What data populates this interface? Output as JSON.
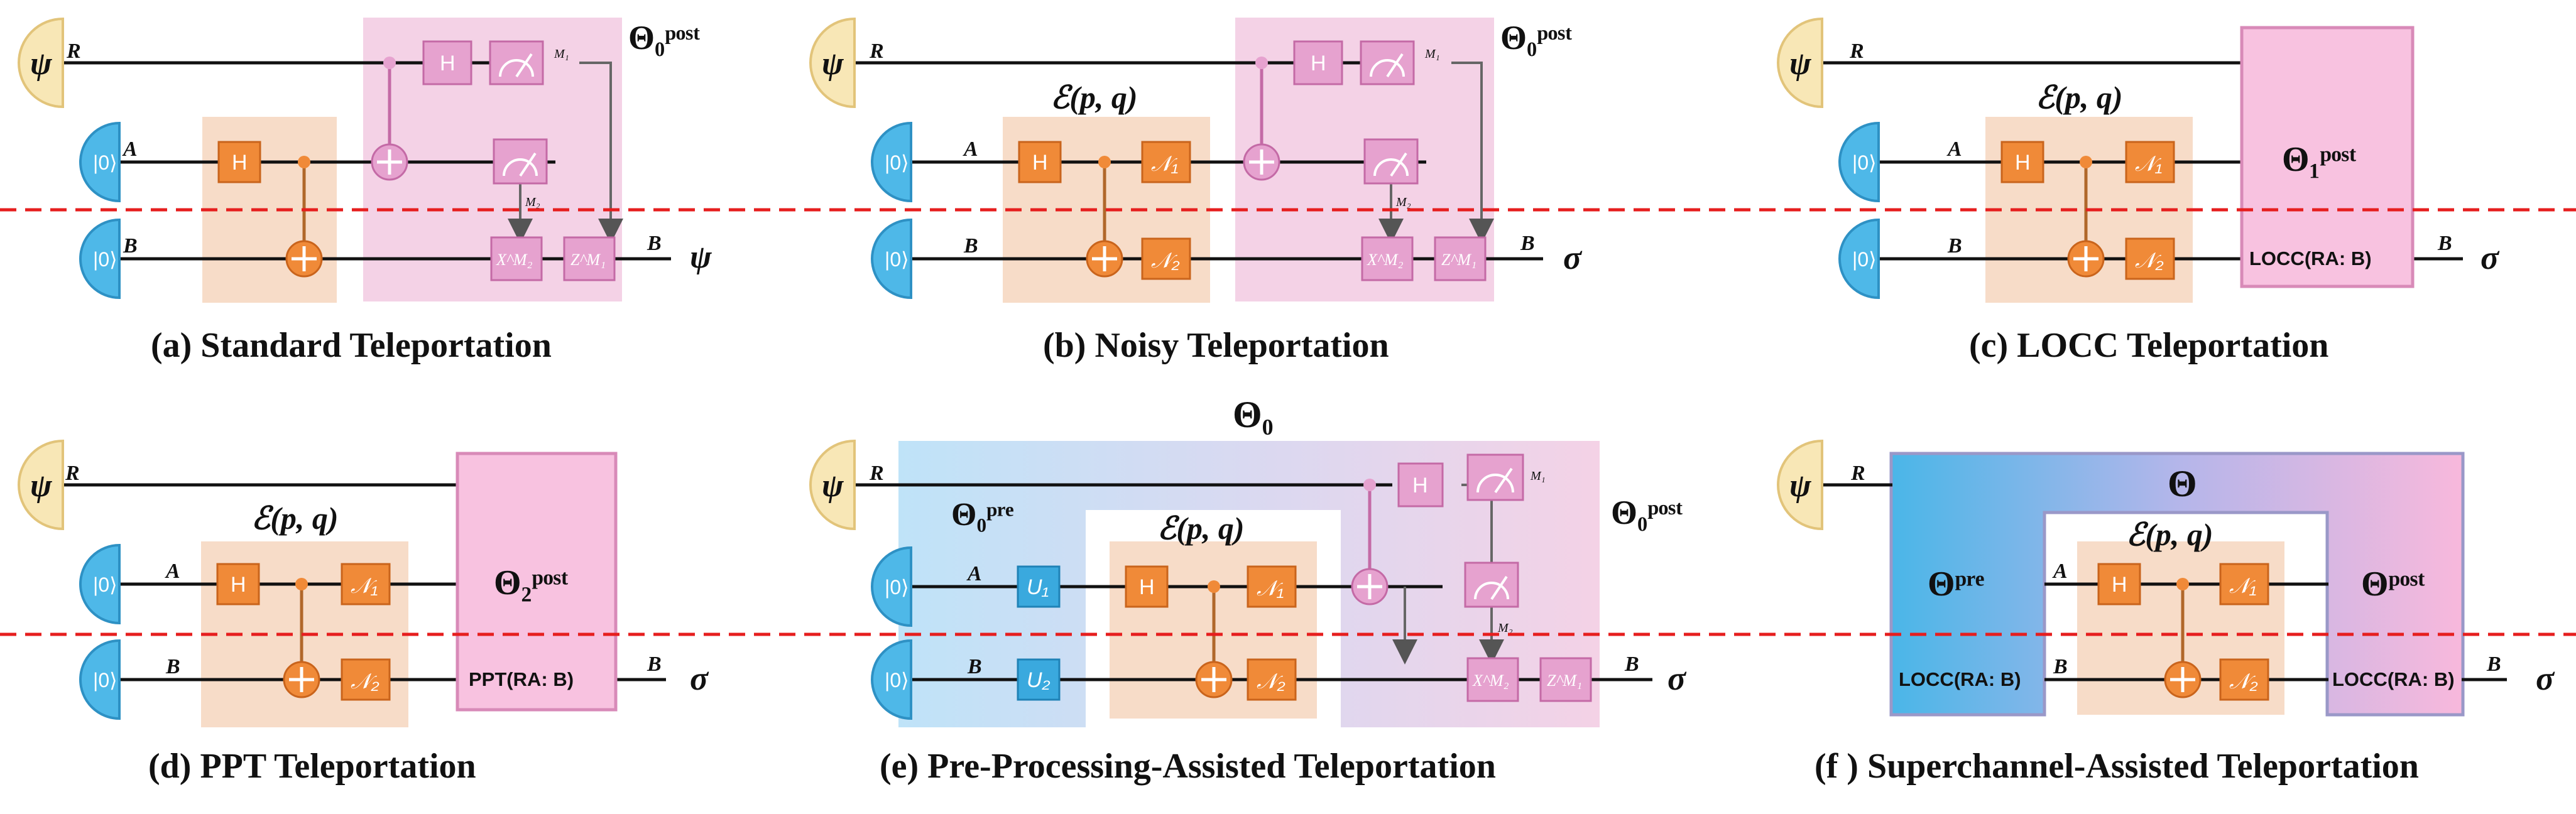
{
  "colors": {
    "wire": "#111111",
    "orange_box": "#f7dcc8",
    "orange_gate": "#f08a38",
    "pink_box": "#f4d2e6",
    "pink_gate": "#e6a2cf",
    "blue_gate": "#3aa9de",
    "cut_line": "#e61e1e",
    "psi_fill": "#f8e7b6",
    "ket_fill": "#4eb8e8"
  },
  "labels": {
    "psi": "ψ",
    "ket0": "|0⟩",
    "wire_R": "R",
    "wire_A": "A",
    "wire_B": "B",
    "H": "H",
    "N1": "𝒩₁",
    "N2": "𝒩₂",
    "U1": "U₁",
    "U2": "U₂",
    "M1": "M₁",
    "M2": "M₂",
    "XM2": "X^M₂",
    "ZM1": "Z^M₁",
    "channel": "ℰ(p, q)",
    "theta0_post": "Θ₀ᵖᵒˢᵗ",
    "theta1_post": "Θ₁ᵖᵒˢᵗ",
    "theta2_post": "Θ₂ᵖᵒˢᵗ",
    "theta0_pre": "Θ₀ᵖʳᵉ",
    "theta_pre": "Θᵖʳᵉ",
    "theta_post": "Θᵖᵒˢᵗ",
    "theta0": "Θ₀",
    "theta": "Θ",
    "locc": "LOCC(RA: B)",
    "ppt": "PPT(RA: B)",
    "out_psi": "ψ",
    "out_sigma": "σ"
  },
  "captions": {
    "a": "(a) Standard Teleportation",
    "b": "(b) Noisy Teleportation",
    "c": "(c) LOCC Teleportation",
    "d": "(d) PPT Teleportation",
    "e": "(e) Pre-Processing-Assisted Teleportation",
    "f": "(f ) Superchannel-Assisted Teleportation"
  }
}
